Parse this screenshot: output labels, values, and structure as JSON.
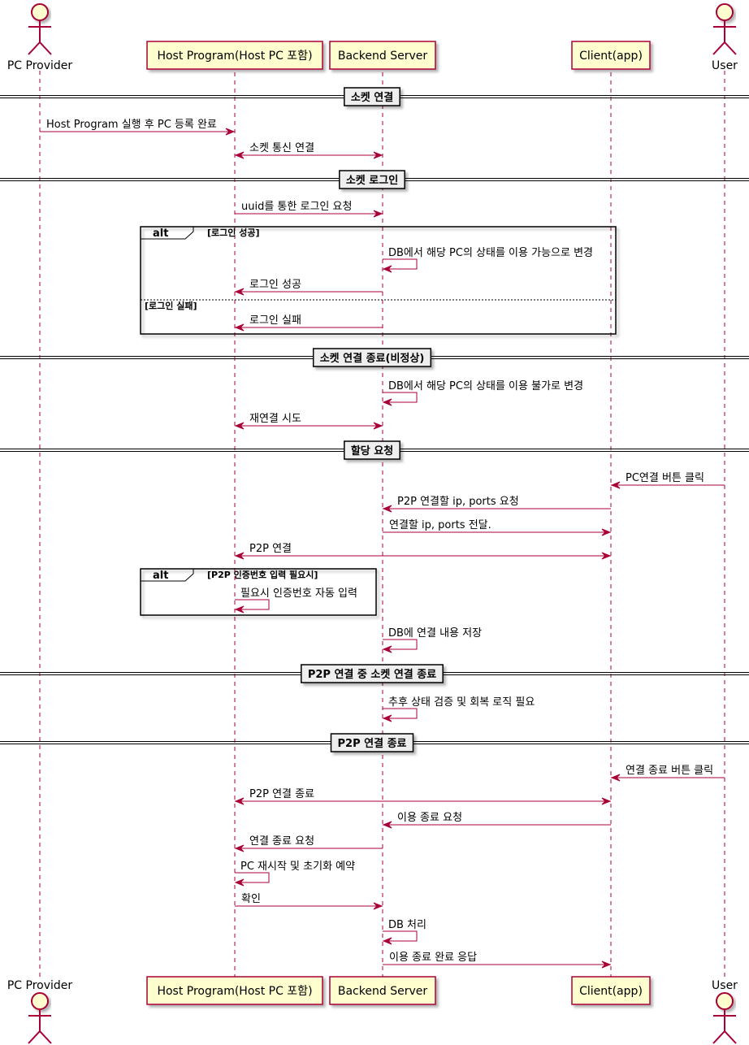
{
  "participants": [
    {
      "id": "provider",
      "label": "PC Provider",
      "kind": "actor"
    },
    {
      "id": "host",
      "label": "Host Program(Host PC 포함)",
      "kind": "box"
    },
    {
      "id": "backend",
      "label": "Backend Server",
      "kind": "box"
    },
    {
      "id": "client",
      "label": "Client(app)",
      "kind": "box"
    },
    {
      "id": "user",
      "label": "User",
      "kind": "actor"
    }
  ],
  "dividers": [
    {
      "id": "d1",
      "label": "소켓 연결"
    },
    {
      "id": "d2",
      "label": "소켓 로그인"
    },
    {
      "id": "d3",
      "label": "소켓 연결 종료(비정상)"
    },
    {
      "id": "d4",
      "label": "할당 요청"
    },
    {
      "id": "d5",
      "label": "P2P 연결 중 소켓 연결 종료"
    },
    {
      "id": "d6",
      "label": "P2P 연결 종료"
    }
  ],
  "alt_blocks": [
    {
      "id": "alt1",
      "keyword": "alt",
      "conditions": [
        "[로그인 성공]",
        "[로그인 실패]"
      ]
    },
    {
      "id": "alt2",
      "keyword": "alt",
      "conditions": [
        "[P2P 인증번호 입력 필요시]"
      ]
    }
  ],
  "messages": [
    {
      "id": "m1",
      "from": "provider",
      "to": "host",
      "label": "Host Program 실행 후 PC 등록 완료"
    },
    {
      "id": "m2",
      "from": "host",
      "to": "backend",
      "label": "소켓 통신 연결",
      "bidirectional": true
    },
    {
      "id": "m3",
      "from": "host",
      "to": "backend",
      "label": "uuid를 통한 로그인 요청"
    },
    {
      "id": "m4",
      "from": "backend",
      "to": "backend",
      "label": "DB에서 해당 PC의 상태를 이용 가능으로 변경"
    },
    {
      "id": "m5",
      "from": "backend",
      "to": "host",
      "label": "로그인 성공"
    },
    {
      "id": "m6",
      "from": "backend",
      "to": "host",
      "label": "로그인 실패"
    },
    {
      "id": "m7",
      "from": "backend",
      "to": "backend",
      "label": "DB에서 해당 PC의 상태를 이용 불가로 변경"
    },
    {
      "id": "m8",
      "from": "host",
      "to": "backend",
      "label": "재연결 시도",
      "bidirectional": true
    },
    {
      "id": "m9",
      "from": "user",
      "to": "client",
      "label": "PC연결 버튼 클릭"
    },
    {
      "id": "m10",
      "from": "client",
      "to": "backend",
      "label": "P2P 연결할 ip, ports 요청"
    },
    {
      "id": "m11",
      "from": "backend",
      "to": "client",
      "label": "연결할 ip, ports 전달."
    },
    {
      "id": "m12",
      "from": "host",
      "to": "client",
      "label": "P2P 연결",
      "bidirectional": true
    },
    {
      "id": "m13",
      "from": "host",
      "to": "host",
      "label": "필요시 인증번호 자동 입력"
    },
    {
      "id": "m14",
      "from": "backend",
      "to": "backend",
      "label": "DB에 연결 내용 저장"
    },
    {
      "id": "m15",
      "from": "backend",
      "to": "backend",
      "label": "추후 상태 검증 및 회복 로직 필요"
    },
    {
      "id": "m16",
      "from": "user",
      "to": "client",
      "label": "연결 종료 버튼 클릭"
    },
    {
      "id": "m17",
      "from": "host",
      "to": "client",
      "label": "P2P 연결 종료",
      "bidirectional": true
    },
    {
      "id": "m18",
      "from": "client",
      "to": "backend",
      "label": "이용 종료 요청"
    },
    {
      "id": "m19",
      "from": "backend",
      "to": "host",
      "label": "연결 종료 요청"
    },
    {
      "id": "m20",
      "from": "host",
      "to": "host",
      "label": "PC 재시작 및 초기화 예약"
    },
    {
      "id": "m21",
      "from": "host",
      "to": "backend",
      "label": "확인"
    },
    {
      "id": "m22",
      "from": "backend",
      "to": "backend",
      "label": "DB 처리"
    },
    {
      "id": "m23",
      "from": "backend",
      "to": "client",
      "label": "이용 종료 완료 응답"
    }
  ],
  "colors": {
    "line": "#a80036",
    "box_fill": "#fefece",
    "divider_fill": "#eeeeee",
    "text": "#000000"
  }
}
